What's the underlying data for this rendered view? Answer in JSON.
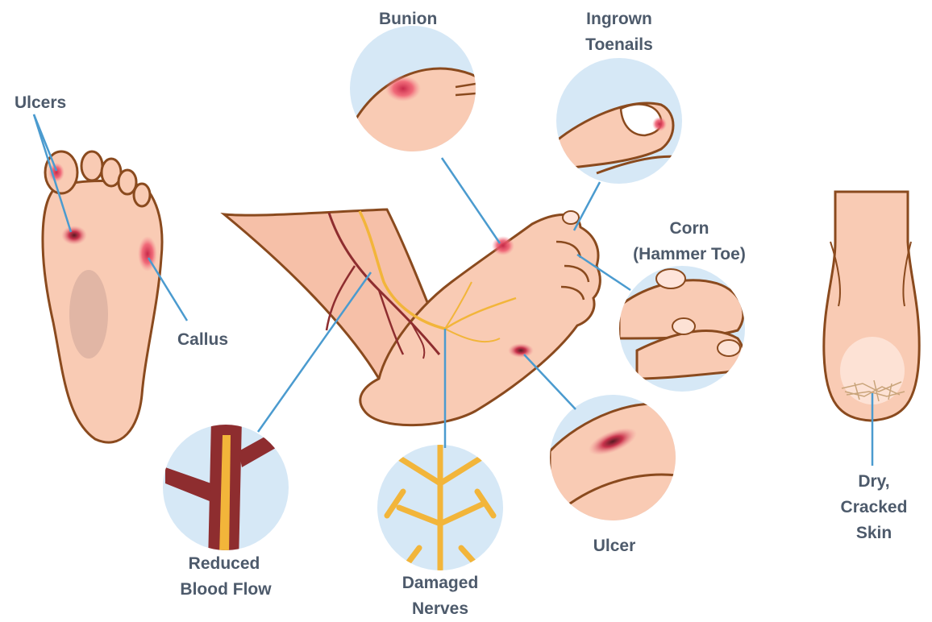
{
  "labels": {
    "ulcers": "Ulcers",
    "callus": "Callus",
    "bunion": "Bunion",
    "ingrown_1": "Ingrown",
    "ingrown_2": "Toenails",
    "corn_1": "Corn",
    "corn_2": "(Hammer Toe)",
    "reduced_1": "Reduced",
    "reduced_2": "Blood Flow",
    "damaged_1": "Damaged",
    "damaged_2": "Nerves",
    "ulcer": "Ulcer",
    "dry_1": "Dry,",
    "dry_2": "Cracked",
    "dry_3": "Skin"
  },
  "colors": {
    "label_text": "#4d5a6b",
    "leader_line": "#4b9bcf",
    "skin_fill": "#f9cbb4",
    "skin_outline": "#8a4a1e",
    "inset_bg": "#d6e8f6",
    "lesion": "#e8425b",
    "vessel": "#8e2d2f",
    "nerve": "#f2b53a"
  }
}
